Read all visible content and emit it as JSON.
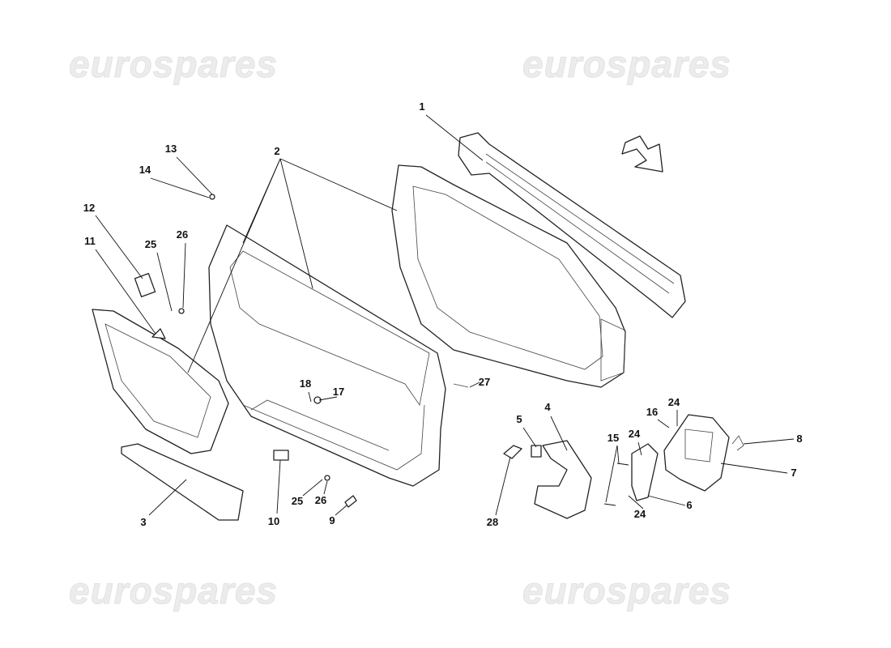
{
  "watermark": "eurospares",
  "callouts": [
    "1",
    "2",
    "13",
    "14",
    "12",
    "25",
    "26",
    "11",
    "18",
    "17",
    "27",
    "5",
    "4",
    "16",
    "24",
    "15",
    "24",
    "8",
    "7",
    "6",
    "24",
    "28",
    "10",
    "25",
    "26",
    "9",
    "3"
  ],
  "direction_arrow": "arrow-icon"
}
